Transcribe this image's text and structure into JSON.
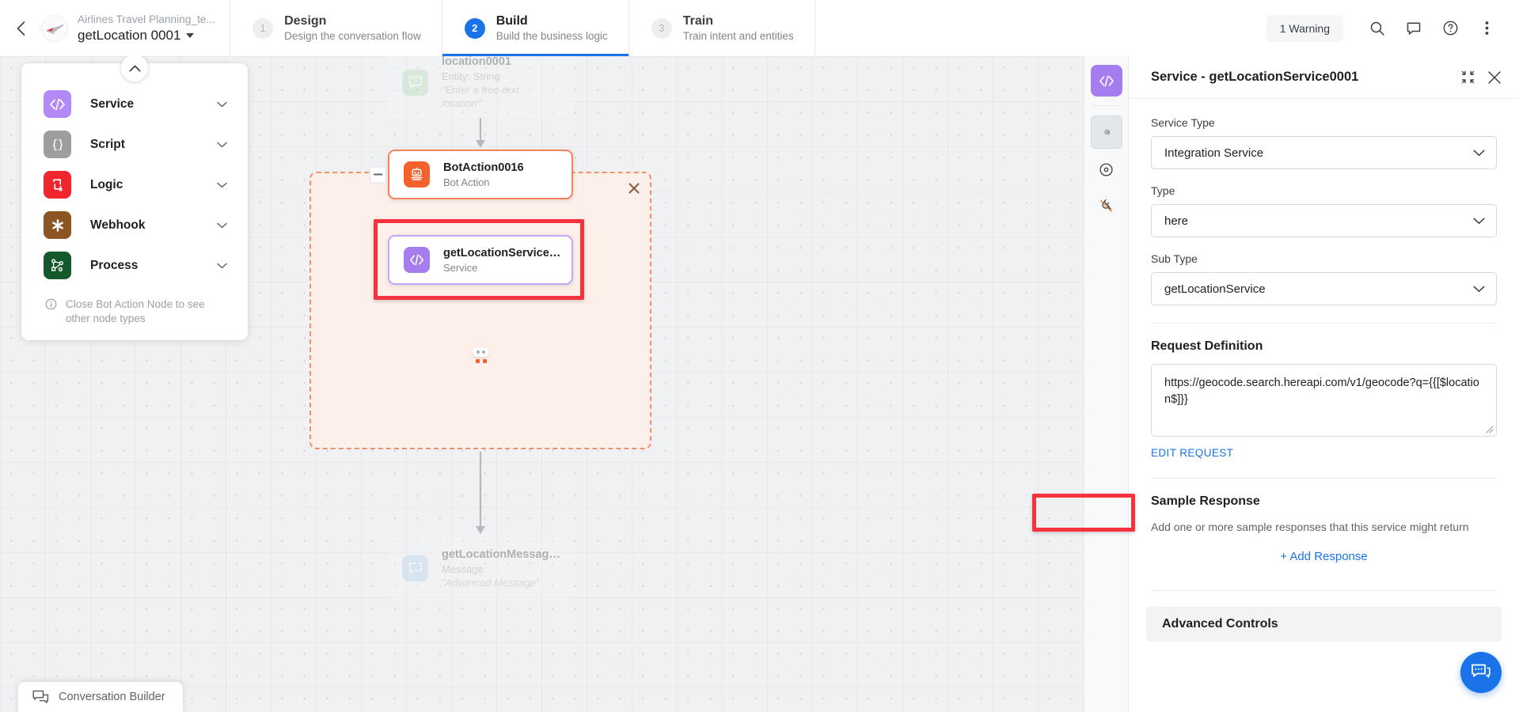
{
  "topbar": {
    "back_icon": "chevron-left-icon",
    "logo_icon": "airplane-logo",
    "project_name": "Airlines Travel Planning_te...",
    "dialog_name": "getLocation 0001",
    "steps": [
      {
        "num": "1",
        "title": "Design",
        "desc": "Design the conversation flow",
        "active": false
      },
      {
        "num": "2",
        "title": "Build",
        "desc": "Build the business logic",
        "active": true
      },
      {
        "num": "3",
        "title": "Train",
        "desc": "Train intent and entities",
        "active": false
      }
    ],
    "warning_label": "1 Warning",
    "icons": [
      "search-icon",
      "comment-icon",
      "help-icon",
      "more-vertical-icon"
    ]
  },
  "palette": {
    "collapse_icon": "chevron-up-icon",
    "items": [
      {
        "label": "Service",
        "icon": "code-brackets-icon",
        "color": "#b388f7"
      },
      {
        "label": "Script",
        "icon": "curly-braces-icon",
        "color": "#9e9e9e"
      },
      {
        "label": "Logic",
        "icon": "logic-loop-icon",
        "color": "#f0262e"
      },
      {
        "label": "Webhook",
        "icon": "webhook-icon",
        "color": "#8d5524"
      },
      {
        "label": "Process",
        "icon": "process-nodes-icon",
        "color": "#13592b"
      }
    ],
    "note": "Close Bot Action Node to see other node types",
    "note_icon": "info-icon"
  },
  "canvas": {
    "nodes": [
      {
        "id": "entity",
        "title": "location0001",
        "subtitle": "Entity: String",
        "quote": "\"Enter a free-text location\"",
        "icon": "entity-icon",
        "color": "#a5d6a7"
      },
      {
        "id": "botaction",
        "title": "BotAction0016",
        "subtitle": "Bot Action",
        "quote": "",
        "icon": "bot-action-icon",
        "color": "#f4622c"
      },
      {
        "id": "service",
        "title": "getLocationService…",
        "subtitle": "Service",
        "quote": "",
        "icon": "code-brackets-icon",
        "color": "#a57def"
      },
      {
        "id": "message",
        "title": "getLocationMessag…",
        "subtitle": "Message",
        "quote": "\"Advanced Message\"",
        "icon": "message-icon",
        "color": "#aac9ef"
      }
    ],
    "group_close_icon": "close-icon",
    "node_collapse_icon": "minus-icon",
    "drop_indicator_icon": "drop-target-icon",
    "bottom_bar": {
      "label": "Conversation Builder",
      "icon": "conversation-icon"
    }
  },
  "rail": {
    "items": [
      {
        "icon": "code-brackets-icon",
        "state": "purple"
      },
      {
        "icon": "gear-icon",
        "state": "selected"
      },
      {
        "icon": "target-icon",
        "state": "normal"
      },
      {
        "icon": "plug-off-icon",
        "state": "normal"
      }
    ]
  },
  "panel": {
    "title": "Service - getLocationService0001",
    "collapse_icon": "collapse-icon",
    "close_icon": "close-icon",
    "fields": [
      {
        "label": "Service Type",
        "value": "Integration Service"
      },
      {
        "label": "Type",
        "value": "here"
      },
      {
        "label": "Sub Type",
        "value": "getLocationService"
      }
    ],
    "request": {
      "section_title": "Request Definition",
      "value": "https://geocode.search.hereapi.com/v1/geocode?q={{[$location$]}}",
      "edit_label": "EDIT REQUEST"
    },
    "sample_response": {
      "section_title": "Sample Response",
      "description": "Add one or more sample responses that this service might return",
      "add_label": "+ Add Response"
    },
    "advanced_controls": {
      "label": "Advanced Controls"
    },
    "fab_icon": "chat-bubble-icon"
  },
  "colors": {
    "accent_blue": "#1a73e8",
    "annotation_red": "#f5333f",
    "group_orange": "#f0916b",
    "group_fill": "#fdefea",
    "service_purple": "#a57def",
    "botaction_orange": "#f4622c"
  }
}
